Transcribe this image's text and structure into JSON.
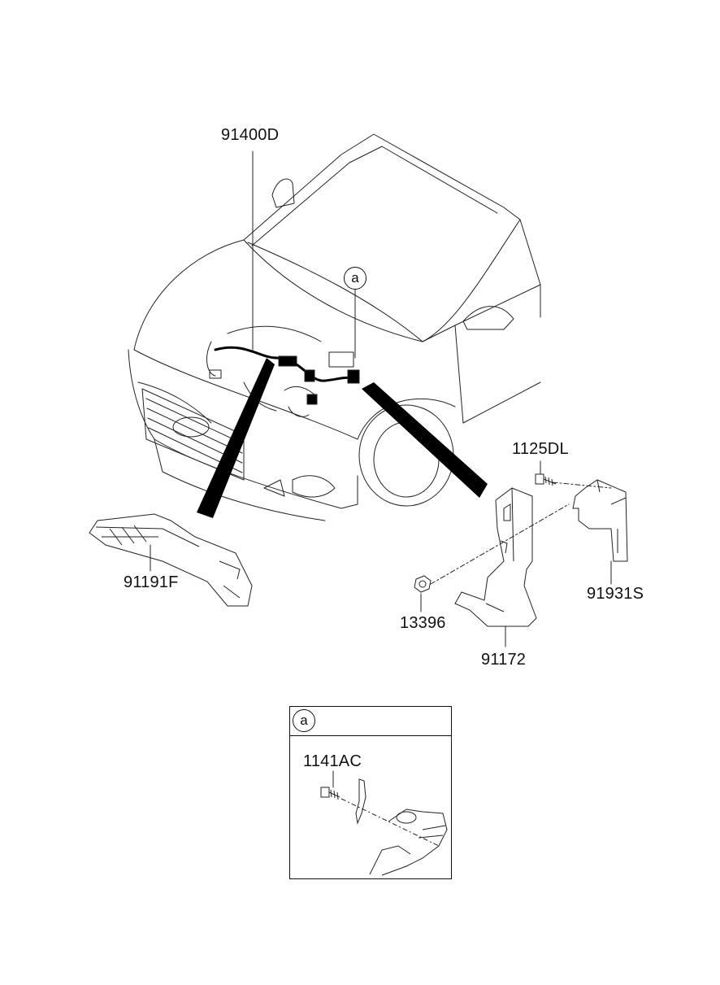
{
  "diagram": {
    "parts": {
      "wiring_harness": "91400D",
      "bracket_left": "91191F",
      "bolt_top": "1125DL",
      "bracket_right": "91931S",
      "nut": "13396",
      "protector": "91172",
      "bolt_detail": "1141AC"
    },
    "callout_main": "a",
    "detail": {
      "header_callout": "a"
    }
  }
}
